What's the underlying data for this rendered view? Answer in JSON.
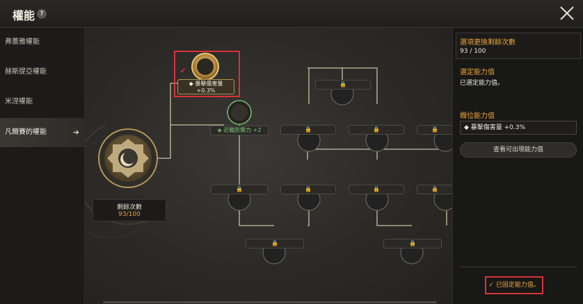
{
  "header": {
    "title": "權能",
    "help_icon": "question-icon",
    "close_icon": "close-icon"
  },
  "sidebar": {
    "items": [
      {
        "label": "弗蕾雅權能",
        "active": false
      },
      {
        "label": "赫斯提亞權能",
        "active": false
      },
      {
        "label": "米涅權能",
        "active": false
      },
      {
        "label": "凡爾賽的權能",
        "active": true
      }
    ]
  },
  "board": {
    "remaining_label": "剩餘次數",
    "remaining_value": "93/100",
    "selected_node_label_1": "◆ 暴擊傷害量",
    "selected_node_label_2": "+0.3%",
    "green_node_label": "◈ 近戰防禦力 +2"
  },
  "panel": {
    "reroll_title": "選項更換剩餘次數",
    "reroll_value": "93 / 100",
    "fixed_title": "選定能力值",
    "fixed_value": "已選定能力值。",
    "slot_title": "欄位能力值",
    "slot_value": "◆ 暴擊傷害量 +0.3%",
    "view_button": "查看可出現能力值",
    "fixed_button": "✓ 已固定能力值。"
  },
  "colors": {
    "accent": "#e8a43c",
    "highlight": "#d9323a",
    "gold": "#c9a24a",
    "green": "#7fd07a"
  }
}
